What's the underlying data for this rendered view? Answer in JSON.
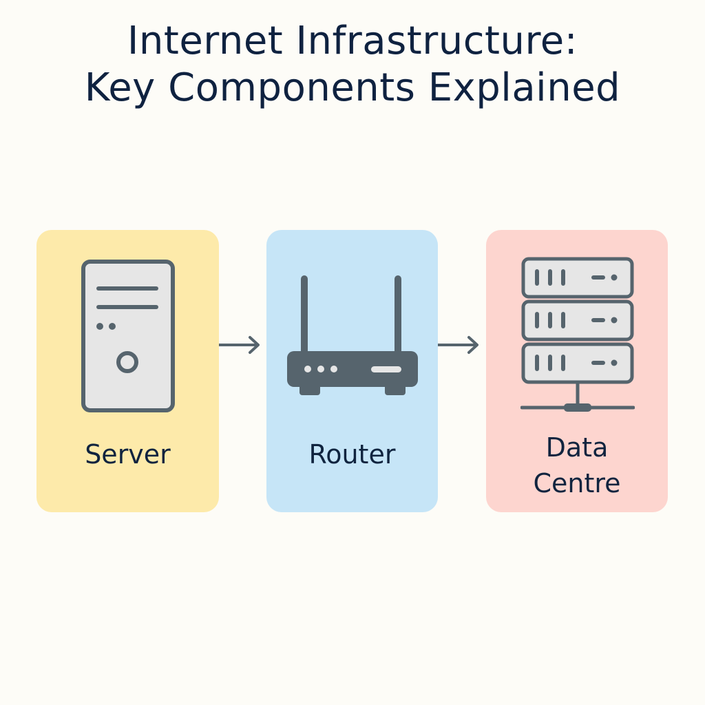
{
  "title": {
    "line1": "Internet Infrastructure:",
    "line2": "Key Components Explained"
  },
  "components": [
    {
      "label": "Server",
      "icon": "server-tower-icon",
      "color": "#fdeaaa"
    },
    {
      "label": "Router",
      "icon": "router-icon",
      "color": "#c6e5f7"
    },
    {
      "label_line1": "Data",
      "label_line2": "Centre",
      "icon": "server-rack-icon",
      "color": "#fdd5cf"
    }
  ],
  "connectors": [
    "arrow-right-icon",
    "arrow-right-icon"
  ],
  "colors": {
    "icon_stroke": "#56646d",
    "icon_fill": "#e6e6e6",
    "text": "#10243f",
    "background": "#fdfcf7"
  }
}
